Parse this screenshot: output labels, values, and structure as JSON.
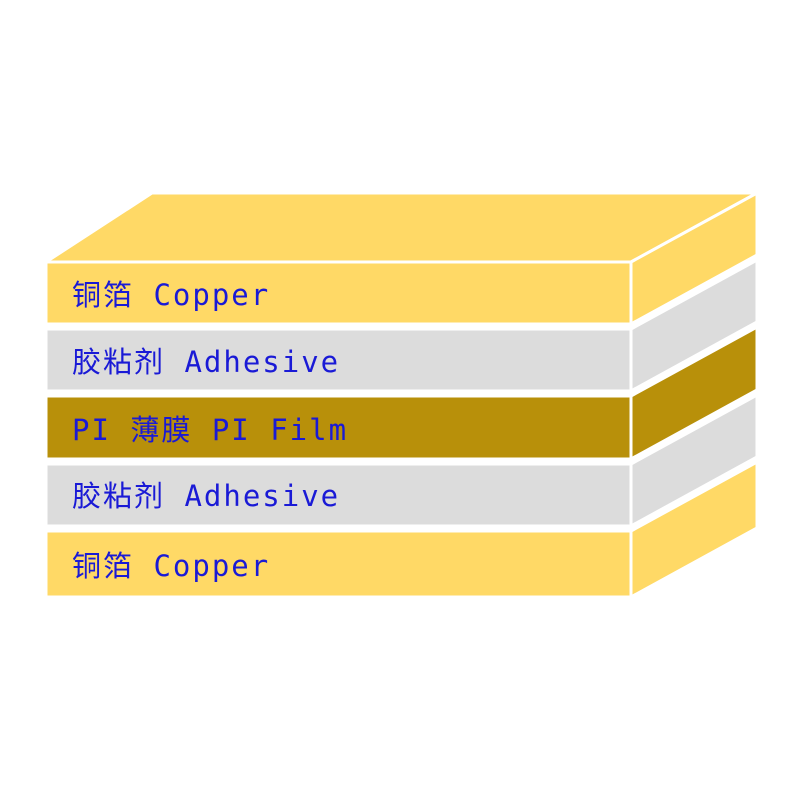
{
  "diagram": {
    "title": "",
    "layers": [
      {
        "label": "铜箔 Copper",
        "material": "copper",
        "color": "#ffd966"
      },
      {
        "label": "胶粘剂 Adhesive",
        "material": "adhesive",
        "color": "#dcdcdc"
      },
      {
        "label": "PI 薄膜 PI Film",
        "material": "pi-film",
        "color": "#b8900a"
      },
      {
        "label": "胶粘剂 Adhesive",
        "material": "adhesive",
        "color": "#dcdcdc"
      },
      {
        "label": "铜箔 Copper",
        "material": "copper",
        "color": "#ffd966"
      }
    ],
    "text_color": "#1a1ad6"
  }
}
